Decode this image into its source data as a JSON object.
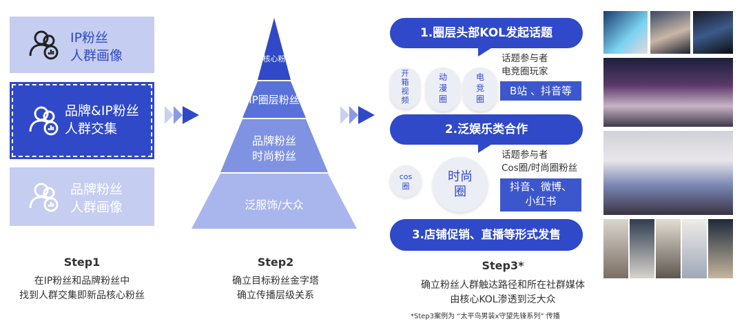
{
  "step1": {
    "box1": {
      "line1": "IP粉丝",
      "line2": "人群画像"
    },
    "box2": {
      "line1": "品牌&IP粉丝",
      "line2": "人群交集"
    },
    "box3": {
      "line1": "品牌粉丝",
      "line2": "人群画像"
    },
    "title": "Step1",
    "desc_line1": "在IP粉丝和品牌粉丝中",
    "desc_line2": "找到人群交集即新品核心粉丝"
  },
  "step2": {
    "pyramid": {
      "level1": "核心粉",
      "level2": "IP圈层粉丝",
      "level3_line1": "品牌粉丝",
      "level3_line2": "时尚粉丝",
      "level4": "泛服饰/大众"
    },
    "title": "Step2",
    "desc_line1": "确立目标粉丝金字塔",
    "desc_line2": "确立传播层级关系"
  },
  "step3": {
    "pill1": "1.圈层头部KOL发起话题",
    "pill2": "2.泛娱乐类合作",
    "pill3": "3.店铺促销、直播等形式发售",
    "section1": {
      "circles": [
        "开箱视频",
        "动漫圈",
        "电竞圈"
      ],
      "topic_line1": "话题参与者",
      "topic_line2": "电竞圈玩家",
      "tag": "B站 、抖音等"
    },
    "section2": {
      "circle_small_line1": "cos",
      "circle_small_line2": "圈",
      "circle_big_line1": "时尚",
      "circle_big_line2": "圈",
      "topic_line1": "话题参与者",
      "topic_line2": "Cos圈/时尚圈粉丝",
      "tag_line1": "抖音、微博、",
      "tag_line2": "小红书"
    },
    "title": "Step3*",
    "desc_line1": "确立粉丝人群触达路径和所在社群媒体",
    "desc_line2": "由核心KOL渗透到泛大众",
    "footnote": "*Step3案例为 “太平鸟男装x守望先锋系列” 传播"
  },
  "colors": {
    "primary": "#2f49c8",
    "light": "#c5cdf0",
    "pyramid_top": "#2f49c8",
    "pyramid_mid": "#5a72d8",
    "pyramid_low": "#7f93e2",
    "pyramid_base": "#a9b6ee"
  }
}
